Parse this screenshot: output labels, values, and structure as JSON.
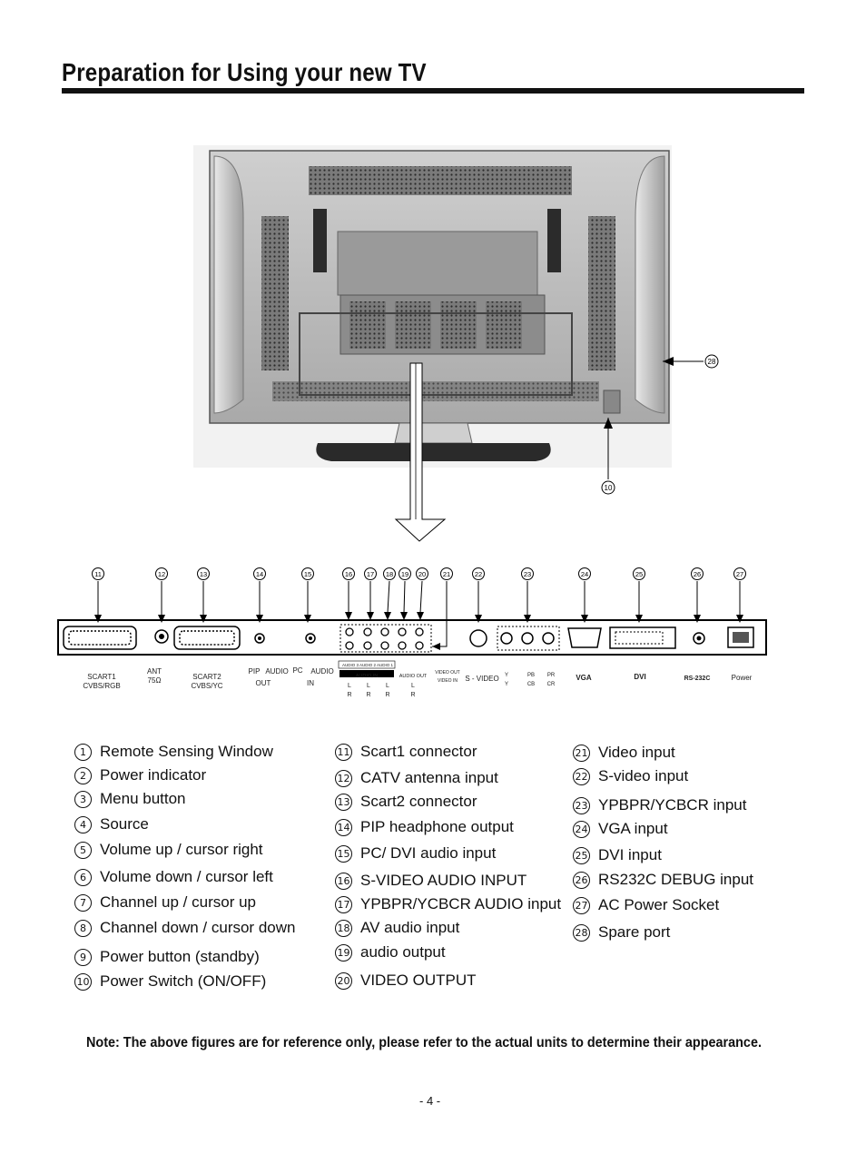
{
  "page": {
    "title": "Preparation for Using your new TV",
    "note": "Note: The above figures are for reference only, please refer to the actual units to determine their appearance.",
    "page_number": "- 4 -"
  },
  "callouts": {
    "spare": "28",
    "power_switch": "10",
    "panel": [
      "11",
      "12",
      "13",
      "14",
      "15",
      "16",
      "17",
      "18",
      "19",
      "20",
      "21",
      "22",
      "23",
      "24",
      "25",
      "26",
      "27"
    ]
  },
  "panel_labels": {
    "scart1": "SCART1",
    "scart1_sub": "CVBS/RGB",
    "ant": "ANT",
    "ant_sub": "75Ω",
    "scart2": "SCART2",
    "scart2_sub": "CVBS/YC",
    "pip": "PIP",
    "audio1": "AUDIO",
    "out": "OUT",
    "pc": "PC",
    "audio2": "AUDIO",
    "in": "IN",
    "audio_heads": "AUDIO 3  AUDIO 2  AUDIO 1",
    "audio_in": "AUDIO IN",
    "audio_out": "AUDIO OUT",
    "video_out": "VIDEO OUT",
    "video_in": "VIDEO IN",
    "svideo": "S - VIDEO",
    "y1": "Y",
    "y2": "Y",
    "pb": "PB",
    "cb": "CB",
    "pr": "PR",
    "cr": "CR",
    "vga": "VGA",
    "dvi": "DVI",
    "rs232": "RS-232C",
    "power": "Power",
    "l": "L",
    "r": "R"
  },
  "legend": {
    "col1": [
      {
        "n": "1",
        "t": "Remote Sensing Window"
      },
      {
        "n": "2",
        "t": "Power indicator"
      },
      {
        "n": "3",
        "t": "Menu  button"
      },
      {
        "n": "4",
        "t": "Source"
      },
      {
        "n": "5",
        "t": "Volume up / cursor right"
      },
      {
        "n": "6",
        "t": "Volume down / cursor left"
      },
      {
        "n": "7",
        "t": "Channel up / cursor up"
      },
      {
        "n": "8",
        "t": "Channel down / cursor down"
      },
      {
        "n": "9",
        "t": "Power  button (standby)"
      },
      {
        "n": "10",
        "t": "Power  Switch (ON/OFF)"
      }
    ],
    "col2": [
      {
        "n": "11",
        "t": "Scart1  connector"
      },
      {
        "n": "12",
        "t": "CATV antenna input"
      },
      {
        "n": "13",
        "t": "Scart2  connector"
      },
      {
        "n": "14",
        "t": "PIP headphone output"
      },
      {
        "n": "15",
        "t": "PC/ DVI audio input"
      },
      {
        "n": "16",
        "t": "S-VIDEO AUDIO INPUT"
      },
      {
        "n": "17",
        "t": "YPBPR/YCBCR AUDIO  input"
      },
      {
        "n": "18",
        "t": "AV  audio input"
      },
      {
        "n": "19",
        "t": "audio output"
      },
      {
        "n": "20",
        "t": "VIDEO  OUTPUT"
      }
    ],
    "col3": [
      {
        "n": "21",
        "t": "Video input"
      },
      {
        "n": "22",
        "t": "S-video input"
      },
      {
        "n": "23",
        "t": "YPBPR/YCBCR  input"
      },
      {
        "n": "24",
        "t": "VGA input"
      },
      {
        "n": "25",
        "t": "DVI input"
      },
      {
        "n": "26",
        "t": "RS232C DEBUG input"
      },
      {
        "n": "27",
        "t": "AC Power Socket"
      },
      {
        "n": "28",
        "t": "Spare port"
      }
    ]
  }
}
